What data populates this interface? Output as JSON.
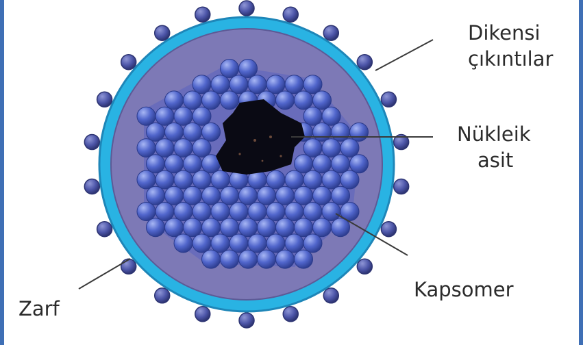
{
  "labels": {
    "spikes_line1": "Dikensi",
    "spikes_line2": "çıkıntılar",
    "nucleic_line1": "Nükleik",
    "nucleic_line2": "asit",
    "capsomere": "Kapsomer",
    "envelope": "Zarf"
  },
  "colors": {
    "envelope": "#29b3e3",
    "envelope_dark": "#1e86b8",
    "interior": "#7d79b6",
    "capsid_face": "#5a63c0",
    "capsomere": "#4e63c9",
    "capsomere_highlight": "#8fa4f0",
    "nucleic_acid": "#0a0a14",
    "leader_line": "#3a3a3a",
    "text": "#2b2b2b"
  }
}
